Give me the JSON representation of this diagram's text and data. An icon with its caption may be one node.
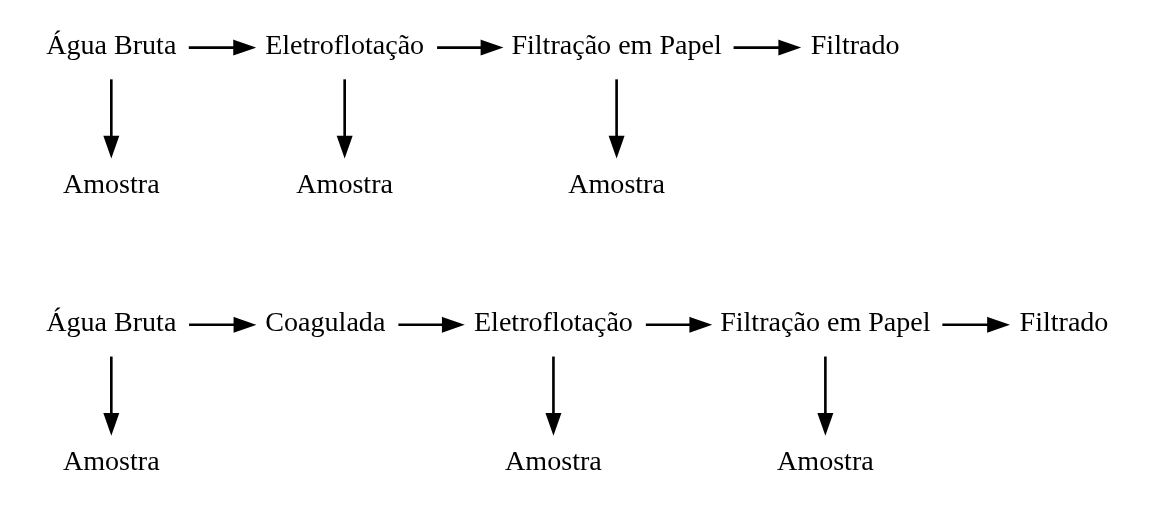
{
  "diagram": {
    "nodes": [
      {
        "text": [
          "Água Bruta"
        ]
      },
      {
        "text": [
          "Eletroflotação"
        ]
      },
      {
        "text": [
          "Filtração em Papel"
        ]
      },
      {
        "text": [
          "Filtrado"
        ]
      },
      {
        "text": [
          "Amostra"
        ]
      },
      {
        "text": [
          "Amostra"
        ]
      },
      {
        "text": [
          "Amostra"
        ]
      },
      {
        "text": [
          "Água Bruta"
        ]
      },
      {
        "text": [
          "Coagulada"
        ]
      },
      {
        "text": [
          "Eletroflotação"
        ]
      },
      {
        "text": [
          "Filtração em Papel"
        ]
      },
      {
        "text": [
          "Filtrado"
        ]
      },
      {
        "text": [
          "Amostra"
        ]
      },
      {
        "text": [
          "Amostra"
        ]
      },
      {
        "text": [
          "Amostra"
        ]
      }
    ],
    "edges": [
      {
        "from": 0,
        "to": 1,
        "arrow": "to"
      },
      {
        "from": 0,
        "to": 4,
        "arrow": "to"
      },
      {
        "from": 1,
        "to": 2,
        "arrow": "to"
      },
      {
        "from": 1,
        "to": 5,
        "arrow": "to"
      },
      {
        "from": 2,
        "to": 3,
        "arrow": "to"
      },
      {
        "from": 2,
        "to": 6,
        "arrow": "to"
      },
      {
        "from": 7,
        "to": 8,
        "arrow": "to"
      },
      {
        "from": 7,
        "to": 12,
        "arrow": "to"
      },
      {
        "from": 8,
        "to": 9,
        "arrow": "to"
      },
      {
        "from": 9,
        "to": 10,
        "arrow": "to"
      },
      {
        "from": 9,
        "to": 13,
        "arrow": "to"
      },
      {
        "from": 10,
        "to": 11,
        "arrow": "to"
      },
      {
        "from": 10,
        "to": 14,
        "arrow": "to"
      }
    ]
  }
}
